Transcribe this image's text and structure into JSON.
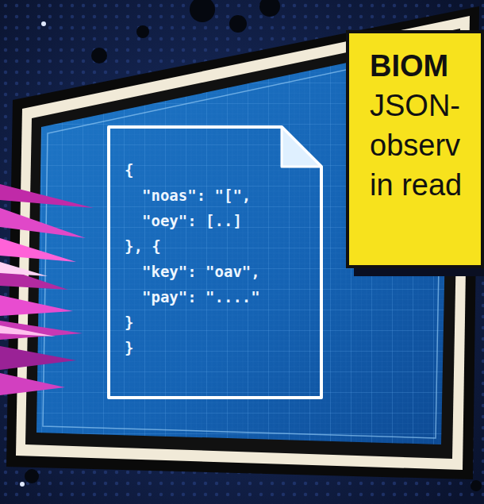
{
  "diagram": {
    "nodes": [
      {
        "text": [
          "{",
          "\"noas\": \"[\",",
          "\"oey\": [..]",
          "}, {",
          "\"key\": \"oav\",",
          "\"pay\": \"....\"",
          "}",
          "}"
        ]
      },
      {
        "text": [
          "BIOM",
          "JSON- observ in read"
        ]
      }
    ]
  }
}
